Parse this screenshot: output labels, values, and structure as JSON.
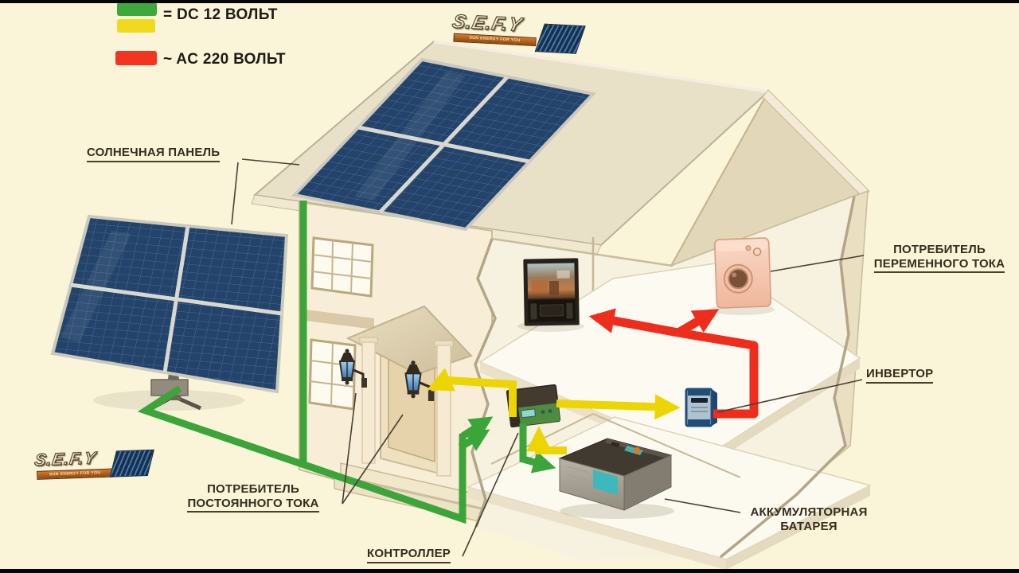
{
  "legend": {
    "dc_label": "= DC 12 ВОЛЬТ",
    "ac_label": "~ AC 220 ВОЛЬТ",
    "colors": {
      "dc_green": "#3DA93C",
      "dc_yellow": "#F0D91E",
      "ac_red": "#F23420"
    }
  },
  "brand": {
    "name": "S.E.F.Y",
    "tagline": "SUN ENERGY FOR YOU"
  },
  "labels": {
    "solar_panel": "СОЛНЕЧНАЯ ПАНЕЛЬ",
    "ac_consumer_line1": "ПОТРЕБИТЕЛЬ",
    "ac_consumer_line2": "ПЕРЕМЕННОГО ТОКА",
    "inverter": "ИНВЕРТОР",
    "battery_line1": "АККУМУЛЯТОРНАЯ",
    "battery_line2": "БАТАРЕЯ",
    "dc_consumer_line1": "ПОТРЕБИТЕЛЬ",
    "dc_consumer_line2": "ПОСТОЯННОГО ТОКА",
    "controller": "КОНТРОЛЛЕР"
  },
  "wires": {
    "dc_green": "#3CA53A",
    "dc_yellow": "#EDD503",
    "ac_red": "#EE2D1C"
  }
}
